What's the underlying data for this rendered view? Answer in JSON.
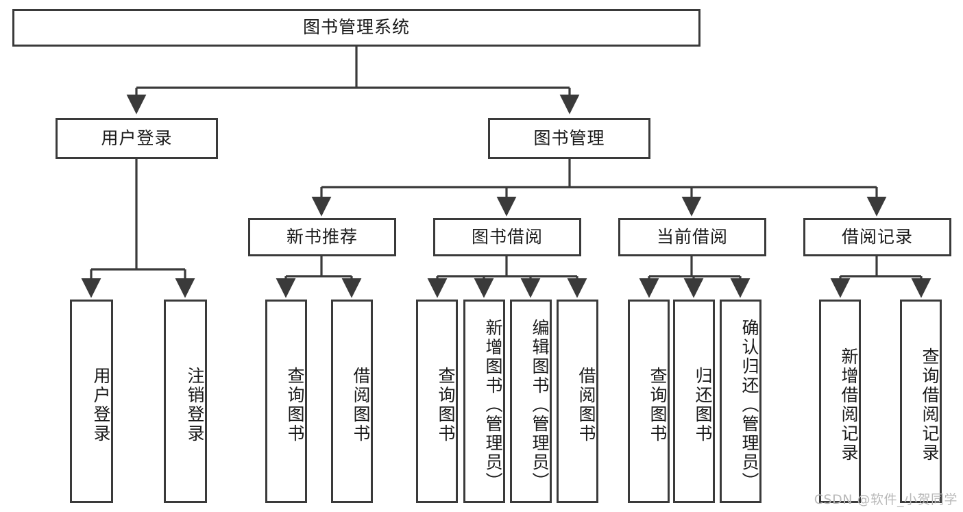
{
  "diagram": {
    "title": "图书管理系统",
    "type": "tree",
    "root": {
      "id": "root",
      "label": "图书管理系统",
      "orientation": "horizontal"
    },
    "level2": [
      {
        "id": "user-login",
        "label": "用户登录",
        "orientation": "horizontal"
      },
      {
        "id": "book-manage",
        "label": "图书管理",
        "orientation": "horizontal"
      }
    ],
    "level3": [
      {
        "id": "new-book-recommend",
        "label": "新书推荐",
        "orientation": "horizontal"
      },
      {
        "id": "book-borrow",
        "label": "图书借阅",
        "orientation": "horizontal"
      },
      {
        "id": "current-borrow",
        "label": "当前借阅",
        "orientation": "horizontal"
      },
      {
        "id": "borrow-record",
        "label": "借阅记录",
        "orientation": "horizontal"
      }
    ],
    "leaves": {
      "user_login_children": [
        {
          "id": "leaf-user-login",
          "label": "用户登录",
          "orientation": "vertical"
        },
        {
          "id": "leaf-logout",
          "label": "注销登录",
          "orientation": "vertical"
        }
      ],
      "new_book_recommend_children": [
        {
          "id": "leaf-query-book-1",
          "label": "查询图书",
          "orientation": "vertical"
        },
        {
          "id": "leaf-borrow-book-1",
          "label": "借阅图书",
          "orientation": "vertical"
        }
      ],
      "book_borrow_children": [
        {
          "id": "leaf-query-book-2",
          "label": "查询图书",
          "orientation": "vertical"
        },
        {
          "id": "leaf-add-book",
          "label": "新增图书（管理员）",
          "orientation": "vertical"
        },
        {
          "id": "leaf-edit-book",
          "label": "编辑图书（管理员）",
          "orientation": "vertical"
        },
        {
          "id": "leaf-borrow-book-2",
          "label": "借阅图书",
          "orientation": "vertical"
        }
      ],
      "current_borrow_children": [
        {
          "id": "leaf-query-book-3",
          "label": "查询图书",
          "orientation": "vertical"
        },
        {
          "id": "leaf-return-book",
          "label": "归还图书",
          "orientation": "vertical"
        },
        {
          "id": "leaf-confirm-return",
          "label": "确认归还（管理员）",
          "orientation": "vertical"
        }
      ],
      "borrow_record_children": [
        {
          "id": "leaf-add-record",
          "label": "新增借阅记录",
          "orientation": "vertical"
        },
        {
          "id": "leaf-query-record",
          "label": "查询借阅记录",
          "orientation": "vertical"
        }
      ]
    },
    "colors": {
      "border": "#3a3a3a",
      "line": "#3a3a3a",
      "background": "#ffffff",
      "text": "#1a1a1a",
      "watermark": "#b9b9b9"
    }
  },
  "watermark": {
    "text": "CSDN @软件_小贺同学"
  }
}
